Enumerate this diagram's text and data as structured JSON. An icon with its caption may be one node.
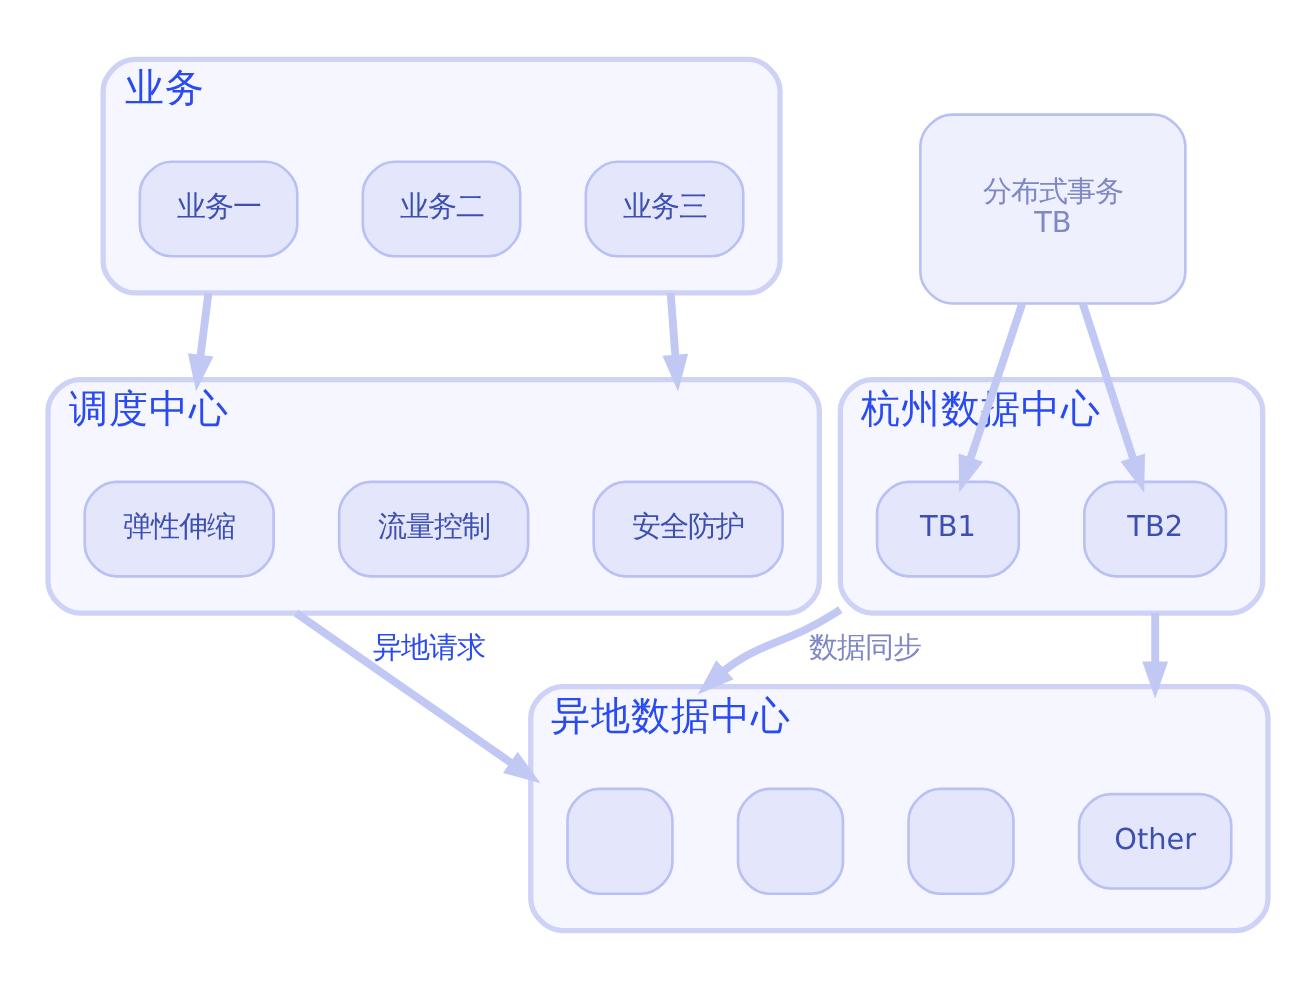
{
  "diagram": {
    "nodes": [
      {
        "text": [
          "业务"
        ]
      },
      {
        "text": [
          "业务一"
        ],
        "in": 0
      },
      {
        "text": [
          "业务二"
        ],
        "in": 0
      },
      {
        "text": [
          "业务三"
        ],
        "in": 0
      },
      {
        "text": [
          "调度中心"
        ]
      },
      {
        "text": [
          "弹性伸缩"
        ],
        "in": 4
      },
      {
        "text": [
          "流量控制"
        ],
        "in": 4
      },
      {
        "text": [
          "安全防护"
        ],
        "in": 4
      },
      {
        "text": [
          "分布式事务",
          "TB"
        ]
      },
      {
        "text": [
          "杭州数据中心"
        ]
      },
      {
        "text": [
          "TB1"
        ],
        "in": 9
      },
      {
        "text": [
          "TB2"
        ],
        "in": 9
      },
      {
        "text": [
          "异地数据中心"
        ]
      },
      {
        "text": [],
        "shape": "box",
        "in": 12
      },
      {
        "text": [],
        "shape": "box",
        "in": 12
      },
      {
        "text": [],
        "shape": "box",
        "in": 12
      },
      {
        "text": [
          "Other"
        ],
        "in": 12
      }
    ],
    "edges": [
      {
        "from": 0,
        "to": 4,
        "arrow": "to"
      },
      {
        "from": 0,
        "to": 4,
        "arrow": "to"
      },
      {
        "from": 8,
        "to": 10,
        "arrow": "to"
      },
      {
        "from": 8,
        "to": 11,
        "arrow": "to"
      },
      {
        "from": 9,
        "to": 12,
        "arrow": "to",
        "label": "数据同步"
      },
      {
        "from": 9,
        "to": 12,
        "arrow": "to"
      },
      {
        "from": 4,
        "to": 12,
        "arrow": "to",
        "label": "异地请求"
      }
    ]
  }
}
